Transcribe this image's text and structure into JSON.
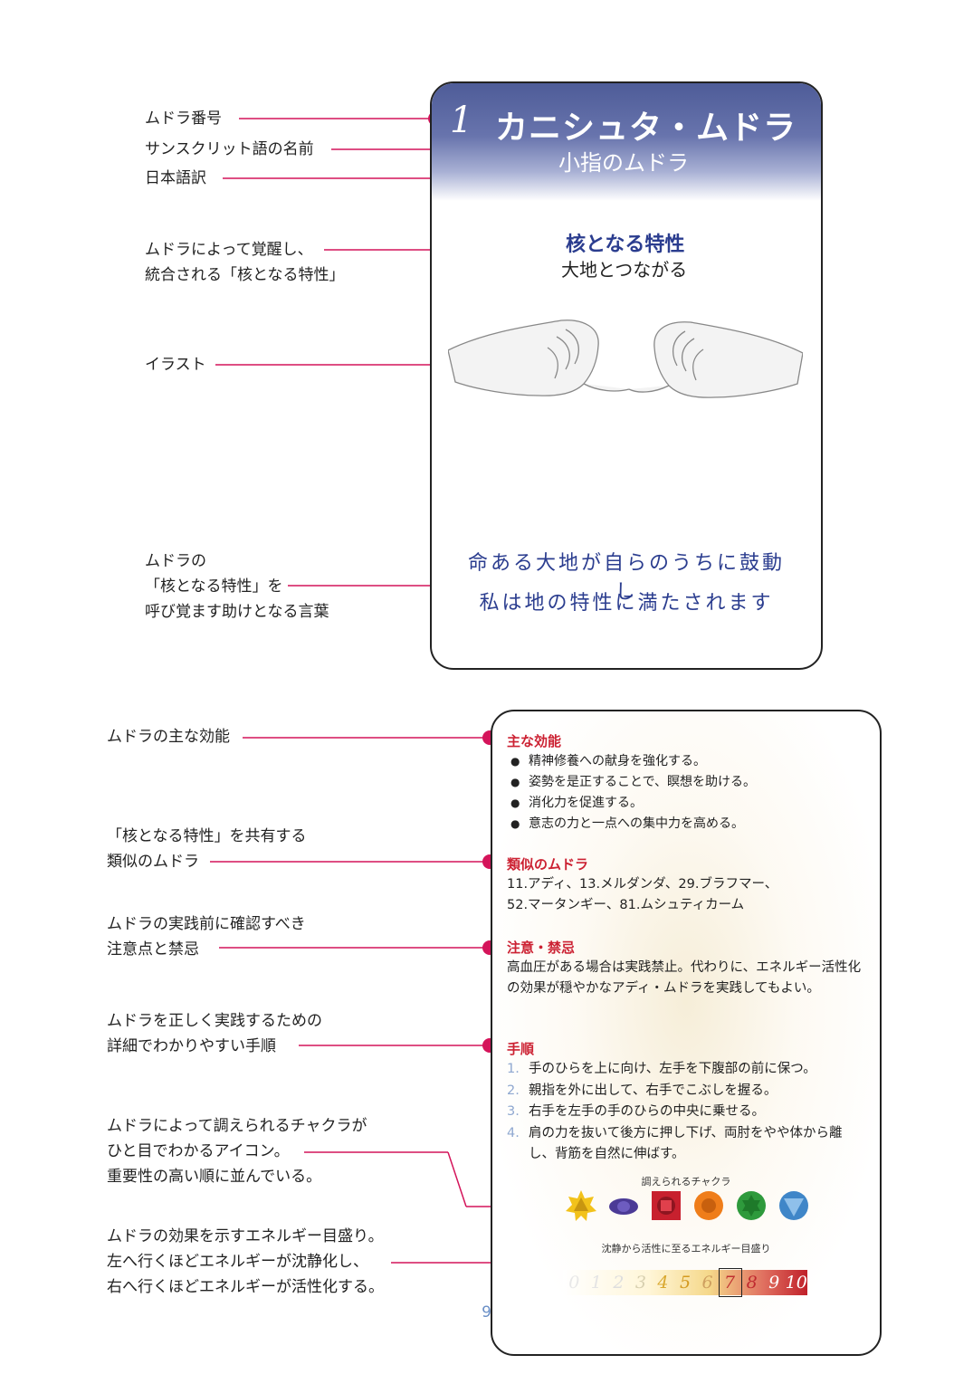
{
  "labels": {
    "mudra_number": "ムドラ番号",
    "sanskrit_name": "サンスクリット語の名前",
    "japanese_translation": "日本語訳",
    "core_quality": [
      "ムドラによって覚醒し、",
      "統合される「核となる特性」"
    ],
    "illustration": "イラスト",
    "words": [
      "ムドラの",
      "「核となる特性」を",
      "呼び覚ます助けとなる言葉"
    ],
    "main_effects": "ムドラの主な効能",
    "similar_mudras": [
      "「核となる特性」を共有する",
      "類似のムドラ"
    ],
    "cautions": [
      "ムドラの実践前に確認すべき",
      "注意点と禁忌"
    ],
    "procedure": [
      "ムドラを正しく実践するための",
      "詳細でわかりやすい手順"
    ],
    "chakra_icons": [
      "ムドラによって調えられるチャクラが",
      "ひと目でわかるアイコン。",
      "重要性の高い順に並んでいる。"
    ],
    "energy_scale": [
      "ムドラの効果を示すエネルギー目盛り。",
      "左へ行くほどエネルギーが沈静化し、",
      "右へ行くほどエネルギーが活性化する。"
    ]
  },
  "card_front": {
    "number": "1",
    "name": "カニシュタ・ムドラ",
    "translation": "小指のムドラ",
    "core_quality_title": "核となる特性",
    "core_quality_text": "大地とつながる",
    "affirmation": [
      "命ある大地が自らのうちに鼓動し",
      "私は地の特性に満たされます"
    ]
  },
  "card_back": {
    "effects_title": "主な効能",
    "effects": [
      "精神修養への献身を強化する。",
      "姿勢を是正することで、瞑想を助ける。",
      "消化力を促進する。",
      "意志の力と一点への集中力を高める。"
    ],
    "similar_title": "類似のムドラ",
    "similar": [
      "11.アディ、13.メルダンダ、29.ブラフマー、",
      "52.マータンギー、81.ムシュティカーム"
    ],
    "caution_title": "注意・禁忌",
    "caution": "高血圧がある場合は実践禁止。代わりに、エネルギー活性化の効果が穏やかなアディ・ムドラを実践してもよい。",
    "steps_title": "手順",
    "steps": [
      {
        "n": "1.",
        "text": "手のひらを上に向け、左手を下腹部の前に保つ。"
      },
      {
        "n": "2.",
        "text": "親指を外に出して、右手でこぶしを握る。"
      },
      {
        "n": "3.",
        "text": "右手を左手の手のひらの中央に乗せる。"
      },
      {
        "n": "4.",
        "text": "肩の力を抜いて後方に押し下げ、両肘をやや体から離し、背筋を自然に伸ばす。"
      }
    ],
    "chakra_caption": "調えられるチャクラ",
    "chakra_icons": [
      {
        "icon": "yellow-star-chakra-icon",
        "color": "#f2c21b"
      },
      {
        "icon": "purple-lotus-chakra-icon",
        "color": "#4b3a96"
      },
      {
        "icon": "red-square-chakra-icon",
        "color": "#c8202e"
      },
      {
        "icon": "orange-flower-chakra-icon",
        "color": "#ef7d1a"
      },
      {
        "icon": "green-star-chakra-icon",
        "color": "#2e9a3c"
      },
      {
        "icon": "blue-triangle-chakra-icon",
        "color": "#3f86c8"
      }
    ],
    "energy_caption": "沈静から活性に至るエネルギー目盛り",
    "energy_scale": [
      "0",
      "1",
      "2",
      "3",
      "4",
      "5",
      "6",
      "7",
      "8",
      "9",
      "10"
    ],
    "energy_value": 7
  },
  "page_number": "9",
  "colors": {
    "accent": "#d4145a",
    "heading_blue": "#2b3d8f",
    "section_red": "#cc2233"
  }
}
